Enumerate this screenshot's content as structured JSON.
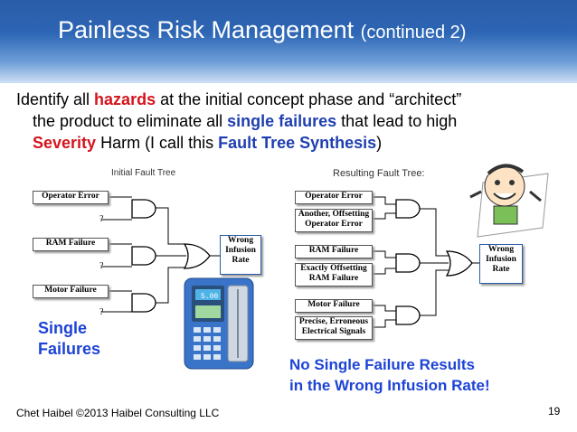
{
  "slide": {
    "title": "Painless Risk Management",
    "title_suffix": "(continued 2)",
    "body": {
      "p1": "Identify all ",
      "hazards": "hazards",
      "p2": " at the initial concept phase and “architect”",
      "p3": "the product to eliminate all ",
      "single_failures": "single failures",
      "p4": " that lead to high",
      "severity": "Severity",
      "p5": " Harm (I call this ",
      "fault_tree_synthesis": "Fault Tree Synthesis",
      "p6": ")"
    },
    "footer": "Chet Haibel  ©2013 Haibel Consulting LLC",
    "page_number": "19"
  },
  "initial_tree": {
    "caption": "Initial Fault Tree",
    "inputs": [
      "Operator Error",
      "RAM Failure",
      "Motor Failure"
    ],
    "unknown_mark": "?",
    "output": [
      "Wrong",
      "Infusion",
      "Rate"
    ]
  },
  "resulting_tree": {
    "caption": "Resulting Fault Tree:",
    "inputs": [
      [
        "Operator Error"
      ],
      [
        "Another, Offsetting",
        "Operator Error"
      ],
      [
        "RAM Failure"
      ],
      [
        "Exactly Offsetting",
        "RAM Failure"
      ],
      [
        "Motor Failure"
      ],
      [
        "Precise, Erroneous",
        "Electrical Signals"
      ]
    ],
    "output": [
      "Wrong",
      "Infusion",
      "Rate"
    ]
  },
  "callouts": {
    "single_failures": [
      "Single",
      "Failures"
    ],
    "no_single_failure": [
      "No Single Failure Results",
      "in the Wrong Infusion Rate!"
    ]
  },
  "pump": {
    "display": "5.00"
  },
  "colors": {
    "banner": "#2d66b5",
    "hazard_red": "#d4141c",
    "emphasis_blue": "#1f3fb0",
    "callout_blue": "#1d43d6"
  }
}
